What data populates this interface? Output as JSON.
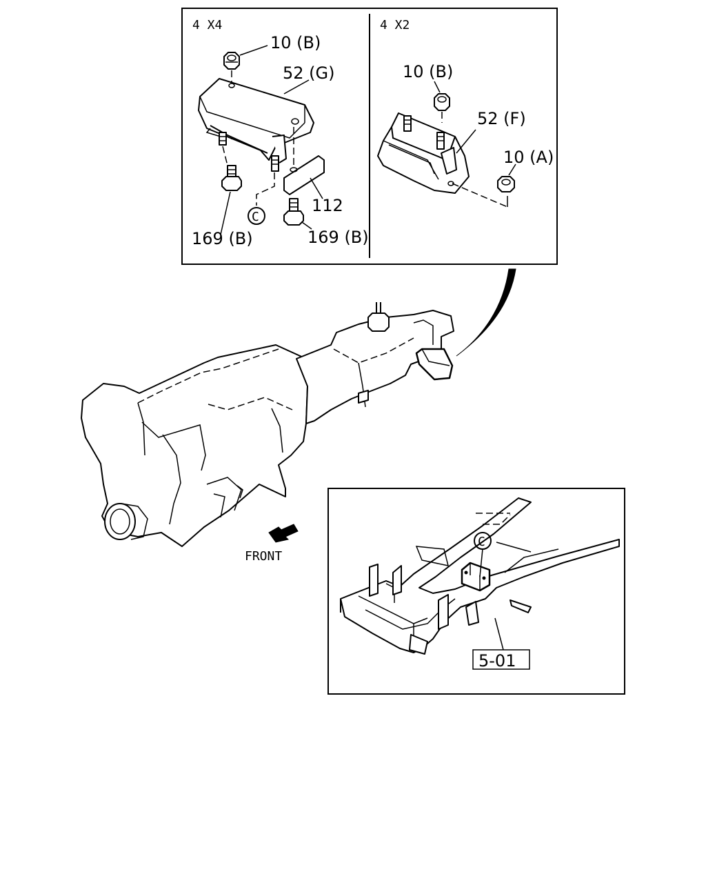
{
  "panels": {
    "upper_left_title": "4 X4",
    "upper_right_title": "4 X2"
  },
  "labels": {
    "nut_10b_4x4": "10 (B)",
    "mount_52g": "52 (G)",
    "bracket_112": "112",
    "bolt_169b_left": "169 (B)",
    "bolt_169b_right": "169 (B)",
    "ref_c_4x4": "C",
    "nut_10b_4x2": "10 (B)",
    "mount_52f": "52 (F)",
    "nut_10a": "10 (A)",
    "front": "FRONT",
    "ref_c_frame": "C",
    "ref_section": "5-01"
  }
}
